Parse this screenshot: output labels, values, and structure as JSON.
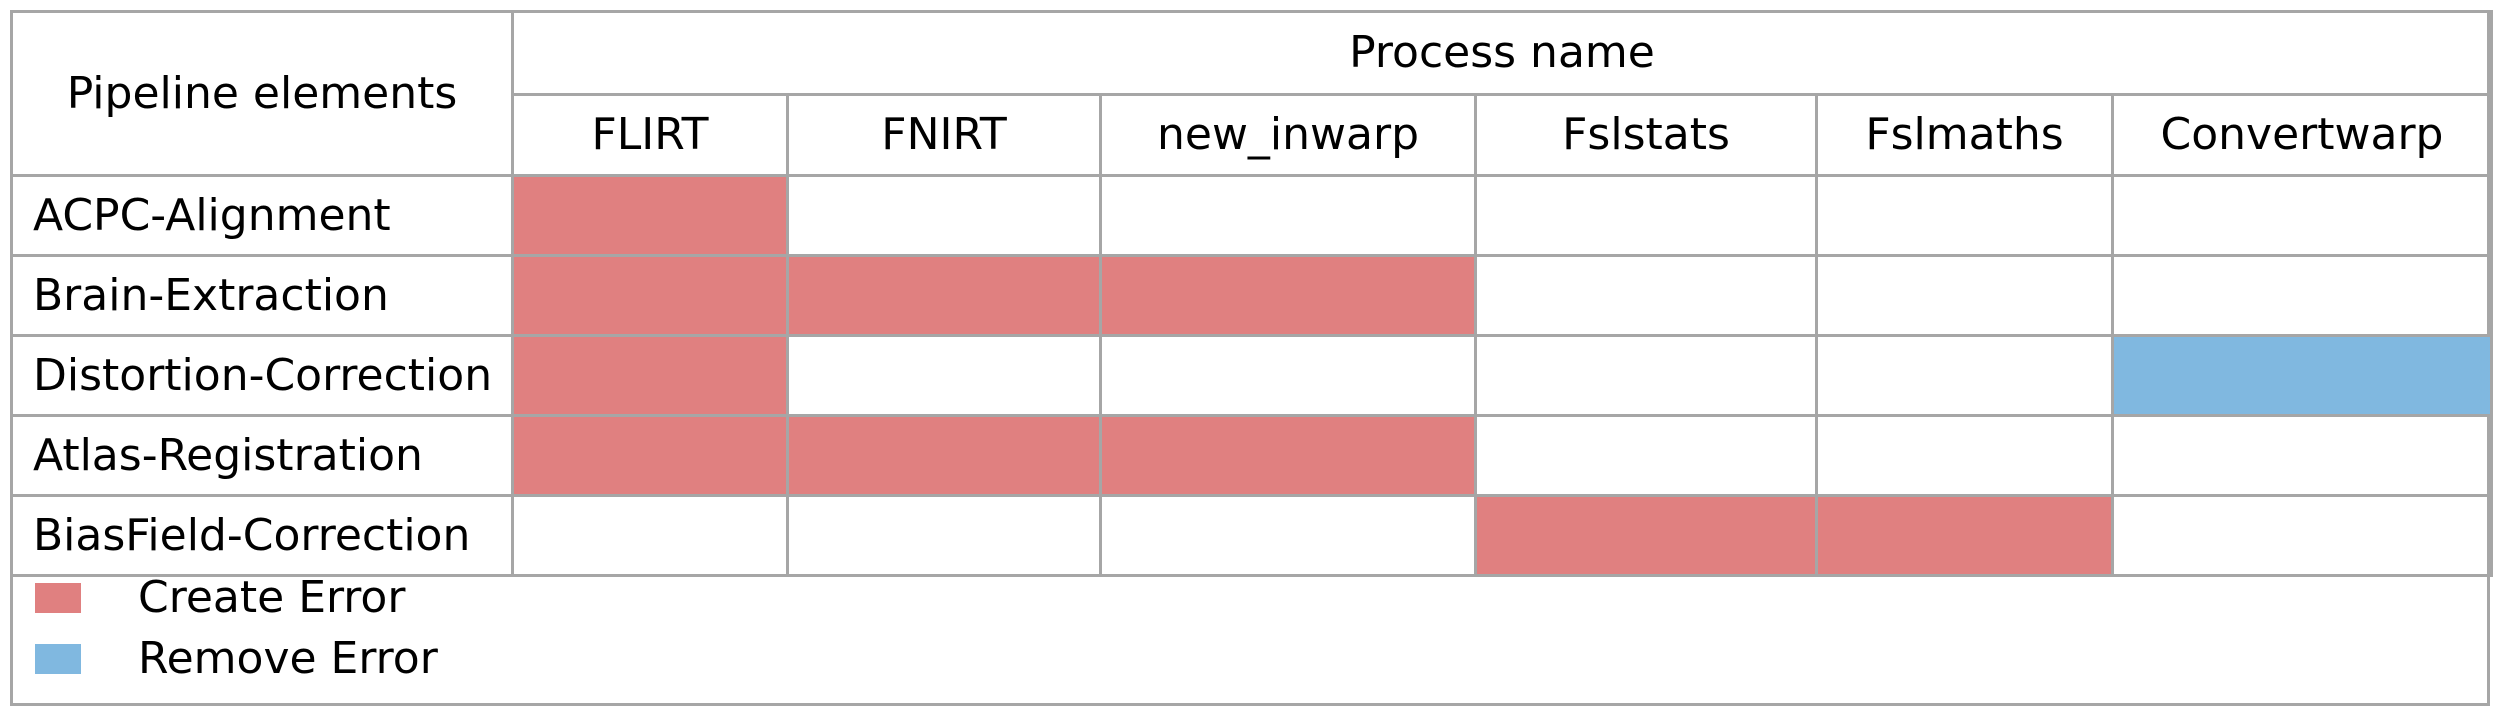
{
  "table": {
    "corner_label": "Pipeline elements",
    "group_header": "Process name",
    "columns": [
      "FLIRT",
      "FNIRT",
      "new_inwarp",
      "Fslstats",
      "Fslmaths",
      "Convertwarp"
    ],
    "rows": [
      {
        "label": "ACPC-Alignment",
        "cells": [
          "create",
          "",
          "",
          "",
          "",
          ""
        ]
      },
      {
        "label": "Brain-Extraction",
        "cells": [
          "create",
          "create",
          "create",
          "",
          "",
          ""
        ]
      },
      {
        "label": "Distortion-Correction",
        "cells": [
          "create",
          "",
          "",
          "",
          "",
          "remove"
        ]
      },
      {
        "label": "Atlas-Registration",
        "cells": [
          "create",
          "create",
          "create",
          "",
          "",
          ""
        ]
      },
      {
        "label": "BiasField-Correction",
        "cells": [
          "",
          "",
          "",
          "create",
          "create",
          ""
        ]
      }
    ]
  },
  "legend": [
    {
      "key": "create",
      "label": "Create Error",
      "color": "#e08080"
    },
    {
      "key": "remove",
      "label": "Remove Error",
      "color": "#80b8e0"
    }
  ]
}
